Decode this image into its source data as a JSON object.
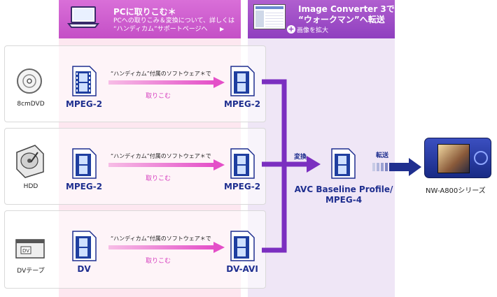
{
  "banners": {
    "pc": {
      "title": "PCに取りこむ＊",
      "sub1": "PCへの取りこみ＆変換について、詳しくは",
      "sub2": "“ハンディカム”サポートページへ"
    },
    "ic": {
      "title": "Image Converter 3で",
      "title2": "“ウォークマン”へ転送",
      "zoom": "画像を拡大"
    }
  },
  "rows": [
    {
      "device": "8cmDVD",
      "device_icon": "disc-icon",
      "src_format": "MPEG-2",
      "software": "“ハンディカム”付属のソフトウェア＊で",
      "action": "取りこむ",
      "dst_format": "MPEG-2"
    },
    {
      "device": "HDD",
      "device_icon": "hard-drive-icon",
      "src_format": "MPEG-2",
      "software": "“ハンディカム”付属のソフトウェア＊で",
      "action": "取りこむ",
      "dst_format": "MPEG-2"
    },
    {
      "device": "DVテープ",
      "device_icon": "dv-tape-icon",
      "src_format": "DV",
      "software": "“ハンディカム”付属のソフトウェア＊で",
      "action": "取りこむ",
      "dst_format": "DV-AVI"
    }
  ],
  "convert": {
    "label": "変換",
    "format_line1": "AVC Baseline Profile/",
    "format_line2": "MPEG-4"
  },
  "transfer": {
    "label": "転送",
    "player": "NW-A800シリーズ"
  },
  "colors": {
    "pink_banner": "#c44fc6",
    "purple_banner": "#8f3fbf",
    "pink_bg": "#fde7f0",
    "purple_bg": "#efe6f6",
    "format_text": "#1f2f8f",
    "arrow_pink": "#e44fc8",
    "arrow_purple": "#7b2fc0",
    "arrow_navy": "#1f2f8f"
  }
}
